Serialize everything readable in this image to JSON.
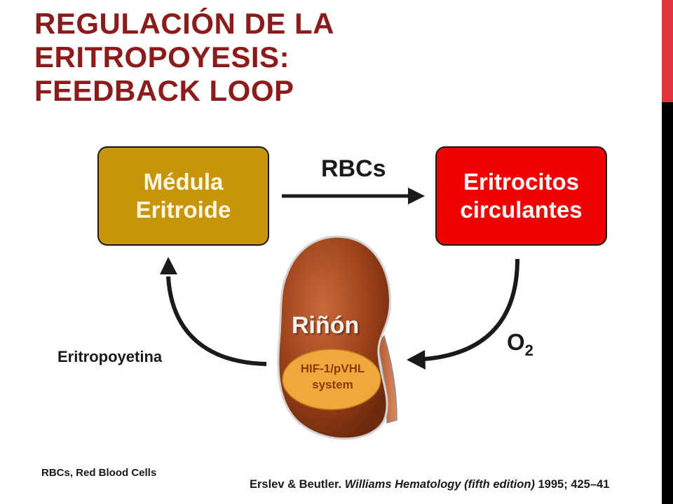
{
  "slide": {
    "title_lines": [
      "REGULACIÓN DE LA",
      "ERITROPOYESIS:",
      "FEEDBACK LOOP"
    ],
    "colors": {
      "title": "#8c1c1c",
      "accent_bar": "#e0343a",
      "medula_box": "#c8950a",
      "eritrocitos_box": "#f10000",
      "kidney": "#a0441c",
      "hif_ellipse": "#f0a83c"
    }
  },
  "diagram": {
    "box_medula": {
      "line1": "Médula",
      "line2": "Eritroide"
    },
    "box_eritrocitos": {
      "line1": "Eritrocitos",
      "line2": "circulantes"
    },
    "arrow_label_rbcs": "RBCs",
    "arrow_label_o2": {
      "main": "O",
      "sub": "2"
    },
    "arrow_label_epo": "Eritropoyetina",
    "kidney_label": "Riñón",
    "hif_label": {
      "line1": "HIF-1/pVHL",
      "line2": "system"
    }
  },
  "footer": {
    "abbreviation_note": "RBCs, Red Blood Cells",
    "reference": {
      "authors": "Erslev & Beutler. ",
      "source": "Williams Hematology (fifth edition)",
      "details": " 1995; 425–41"
    }
  }
}
